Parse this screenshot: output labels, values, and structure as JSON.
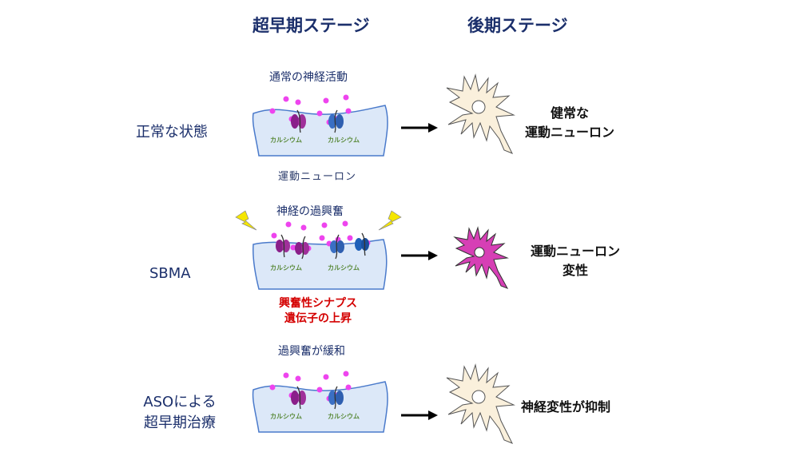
{
  "headers": {
    "early_stage": "超早期ステージ",
    "late_stage": "後期ステージ"
  },
  "rows": [
    {
      "label": "正常な状態",
      "top_caption": "通常の神経活動",
      "calcium_labels": [
        "カルシウム",
        "カルシウム"
      ],
      "bottom_caption": "運動ニューロン",
      "outcome": [
        "健常な",
        "運動ニューロン"
      ],
      "neuron_color": "#faf0dc"
    },
    {
      "label": "SBMA",
      "top_caption": "神経の過興奮",
      "calcium_labels": [
        "カルシウム",
        "カルシウム"
      ],
      "red_caption": [
        "興奮性シナプス",
        "遺伝子の上昇"
      ],
      "outcome": [
        "運動ニューロン",
        "変性"
      ],
      "neuron_color": "#d63fb5"
    },
    {
      "label": [
        "ASOによる",
        "超早期治療"
      ],
      "top_caption": "過興奮が緩和",
      "calcium_labels": [
        "カルシウム",
        "カルシウム"
      ],
      "outcome": [
        "神経変性が抑制"
      ],
      "neuron_color": "#faf0dc"
    }
  ],
  "colors": {
    "title": "#1b2f6b",
    "cell_fill": "#dce8f8",
    "cell_stroke": "#4a7acb",
    "calcium_dot": "#ee44ee",
    "channel_purple": "#8a1f8a",
    "channel_blue": "#3a6fc4",
    "bolt": "#f5e600",
    "red_text": "#d40000"
  }
}
